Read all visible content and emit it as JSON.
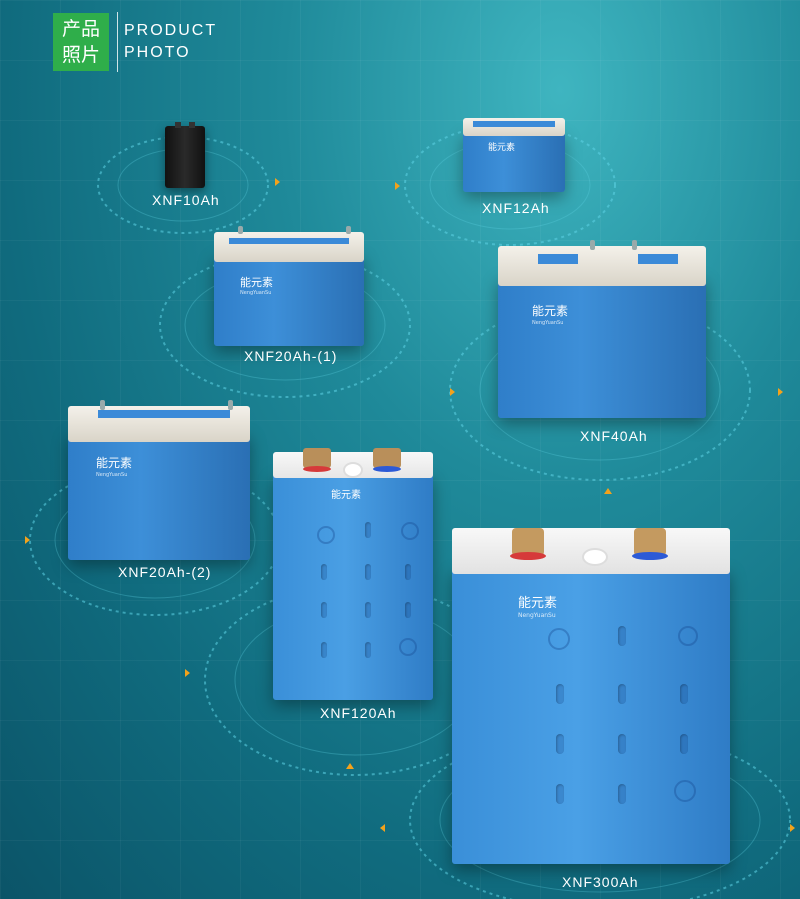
{
  "header": {
    "badge_line1": "产品",
    "badge_line2": "照片",
    "title_line1": "PRODUCT",
    "title_line2": "PHOTO"
  },
  "products": [
    {
      "model": "XNF10Ah"
    },
    {
      "model": "XNF12Ah"
    },
    {
      "model": "XNF20Ah-(1)"
    },
    {
      "model": "XNF40Ah"
    },
    {
      "model": "XNF20Ah-(2)"
    },
    {
      "model": "XNF120Ah"
    },
    {
      "model": "XNF300Ah"
    }
  ],
  "brand": {
    "logo_text": "能元素",
    "logo_sub": "NengYuanSu"
  },
  "colors": {
    "badge": "#2fae4a",
    "background": "#1f8a9a",
    "battery_blue": "#3d8fd8",
    "lid": "#f4f1ea",
    "accent_arrow": "#f3a21b"
  }
}
